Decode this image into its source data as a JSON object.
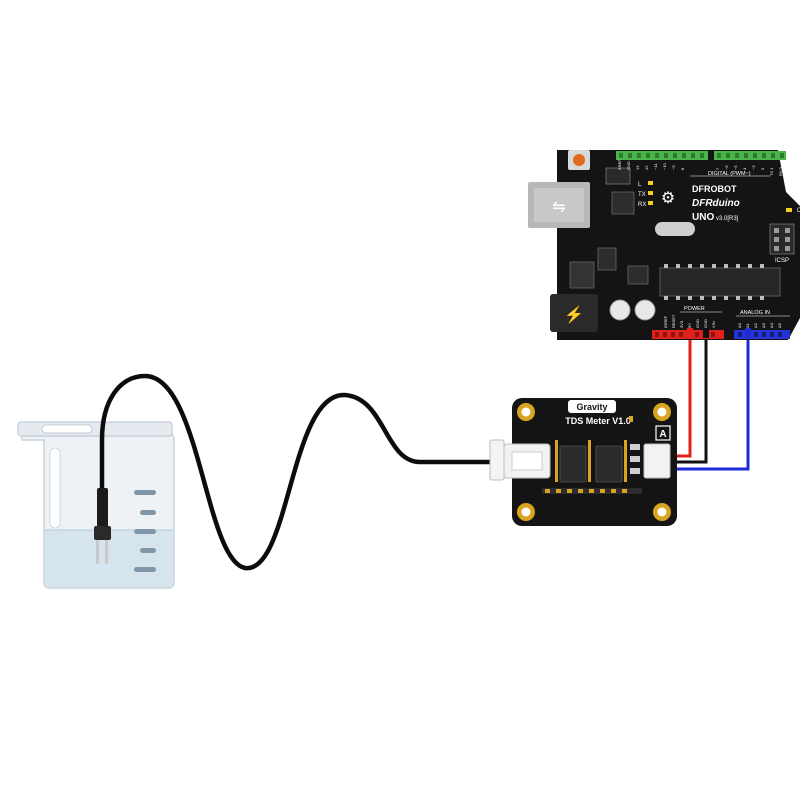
{
  "arduino": {
    "brand": "DFROBOT",
    "model": "DFRduino",
    "model_uno": "UNO",
    "version": "v3.0[R3]",
    "digital_label": "DIGITAL (PWM~)",
    "analog_label": "ANALOG IN",
    "power_label": "POWER",
    "icsp_label": "ICSP",
    "on_label": "ON",
    "aref": "AREF",
    "gnd_top": "GND",
    "tx_label": "TX",
    "rx_label": "RX",
    "l_label": "L",
    "tx1": "TX 1",
    "rx0": "RX 0",
    "digital_pins": [
      "13",
      "12",
      "~11",
      "~10",
      "~9",
      "8",
      "7",
      "~6",
      "~5",
      "4",
      "~3",
      "2"
    ],
    "power_pins": [
      "IOREF",
      "RESET",
      "3V3",
      "5V",
      "GND",
      "GND",
      "VIN"
    ],
    "analog_pins": [
      "A0",
      "A1",
      "A2",
      "A3",
      "A4",
      "A5"
    ]
  },
  "sensor": {
    "brand": "Gravity",
    "title": "TDS Meter V1.0",
    "signal_marker": "A"
  },
  "colors": {
    "board": "#141414",
    "wire_red": "#e0201b",
    "wire_black": "#111111",
    "wire_blue": "#1f2bd6",
    "header_green": "#4ab54a",
    "header_red": "#e0201b",
    "header_blue": "#2433d4",
    "gold": "#d9a520",
    "water": "#d6e4ee"
  }
}
